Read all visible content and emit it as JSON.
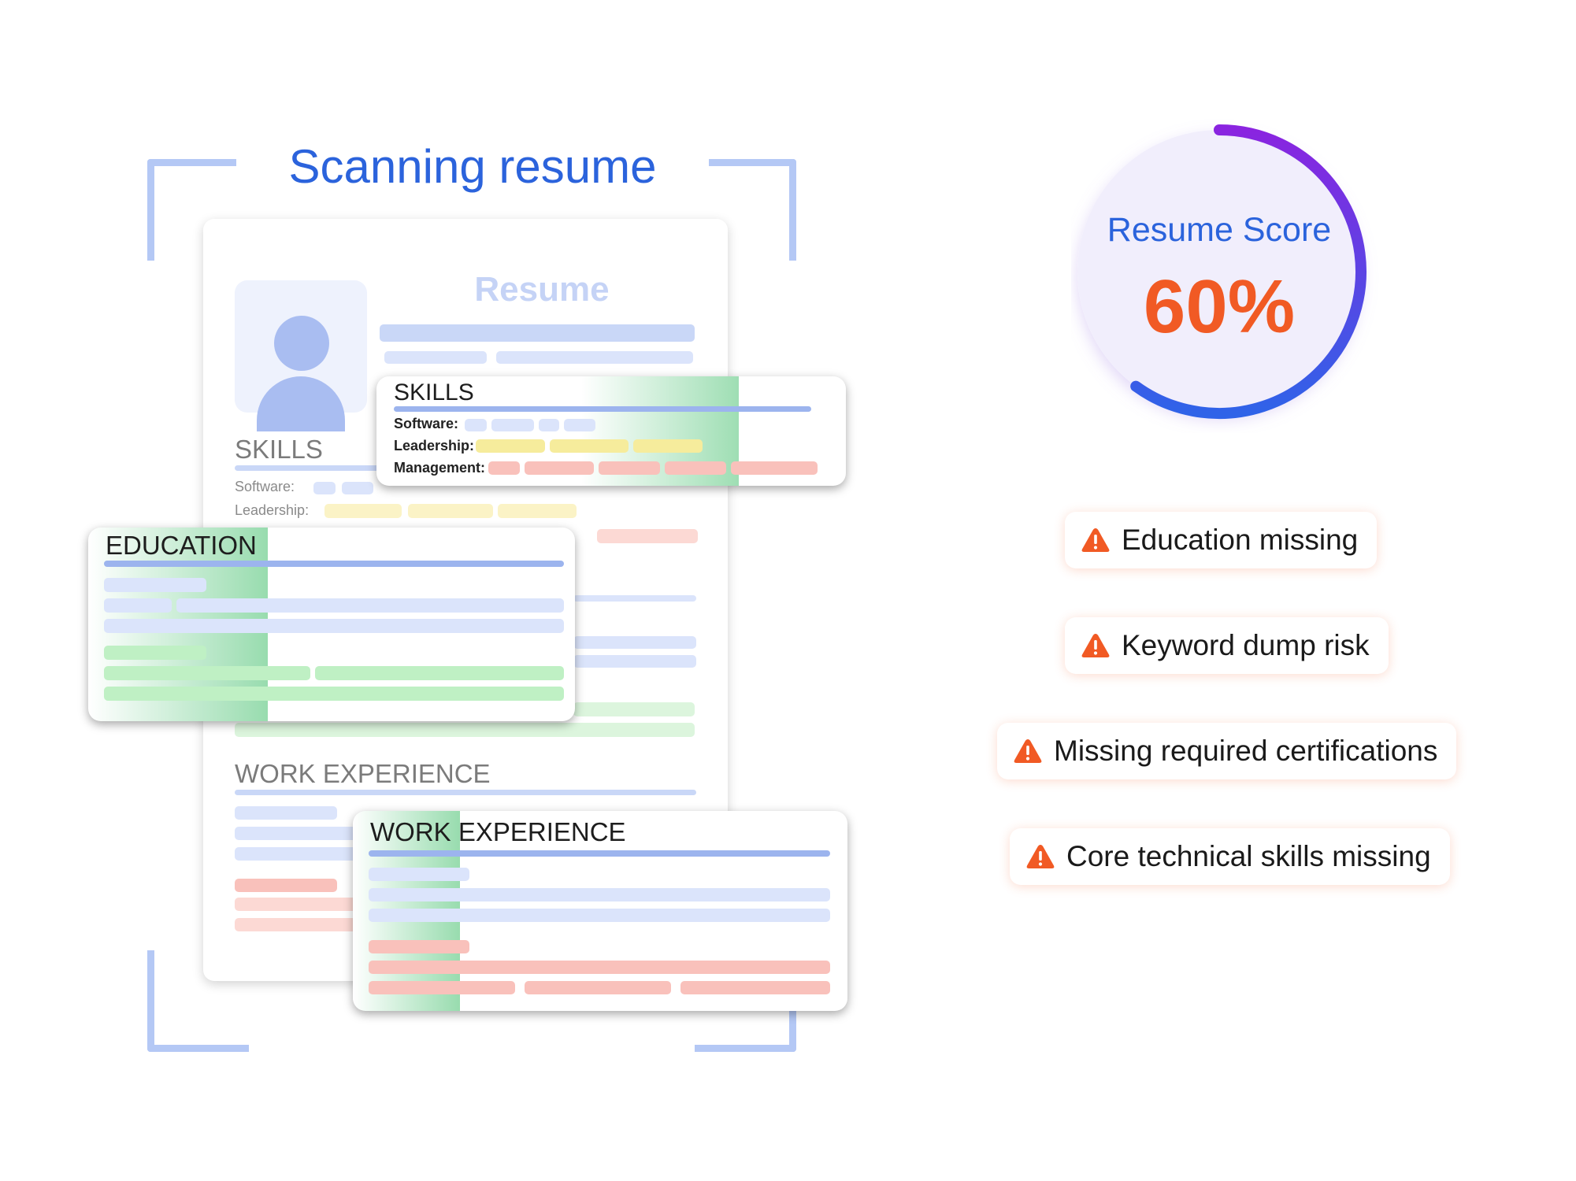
{
  "scan": {
    "title": "Scanning resume"
  },
  "resume": {
    "title": "Resume",
    "skills_heading": "SKILLS",
    "software_label": "Software:",
    "leadership_label": "Leadership:",
    "work_heading": "WORK EXPERIENCE"
  },
  "cards": {
    "skills": {
      "title": "SKILLS",
      "software_label": "Software:",
      "leadership_label": "Leadership:",
      "management_label": "Management:"
    },
    "education": {
      "title": "EDUCATION"
    },
    "work": {
      "title": "WORK EXPERIENCE"
    }
  },
  "score": {
    "label": "Resume Score",
    "value_text": "60%",
    "value": 60
  },
  "warnings": [
    {
      "text": "Education missing",
      "icon": "warning-icon"
    },
    {
      "text": "Keyword dump risk",
      "icon": "warning-icon"
    },
    {
      "text": "Missing required certifications",
      "icon": "warning-icon"
    },
    {
      "text": "Core technical skills missing",
      "icon": "warning-icon"
    }
  ],
  "colors": {
    "accent_blue": "#2b63dc",
    "score_orange": "#f15a24",
    "ring_start": "#8a24e0",
    "ring_end": "#2f63e8",
    "scan_green": "#7ed39a"
  }
}
